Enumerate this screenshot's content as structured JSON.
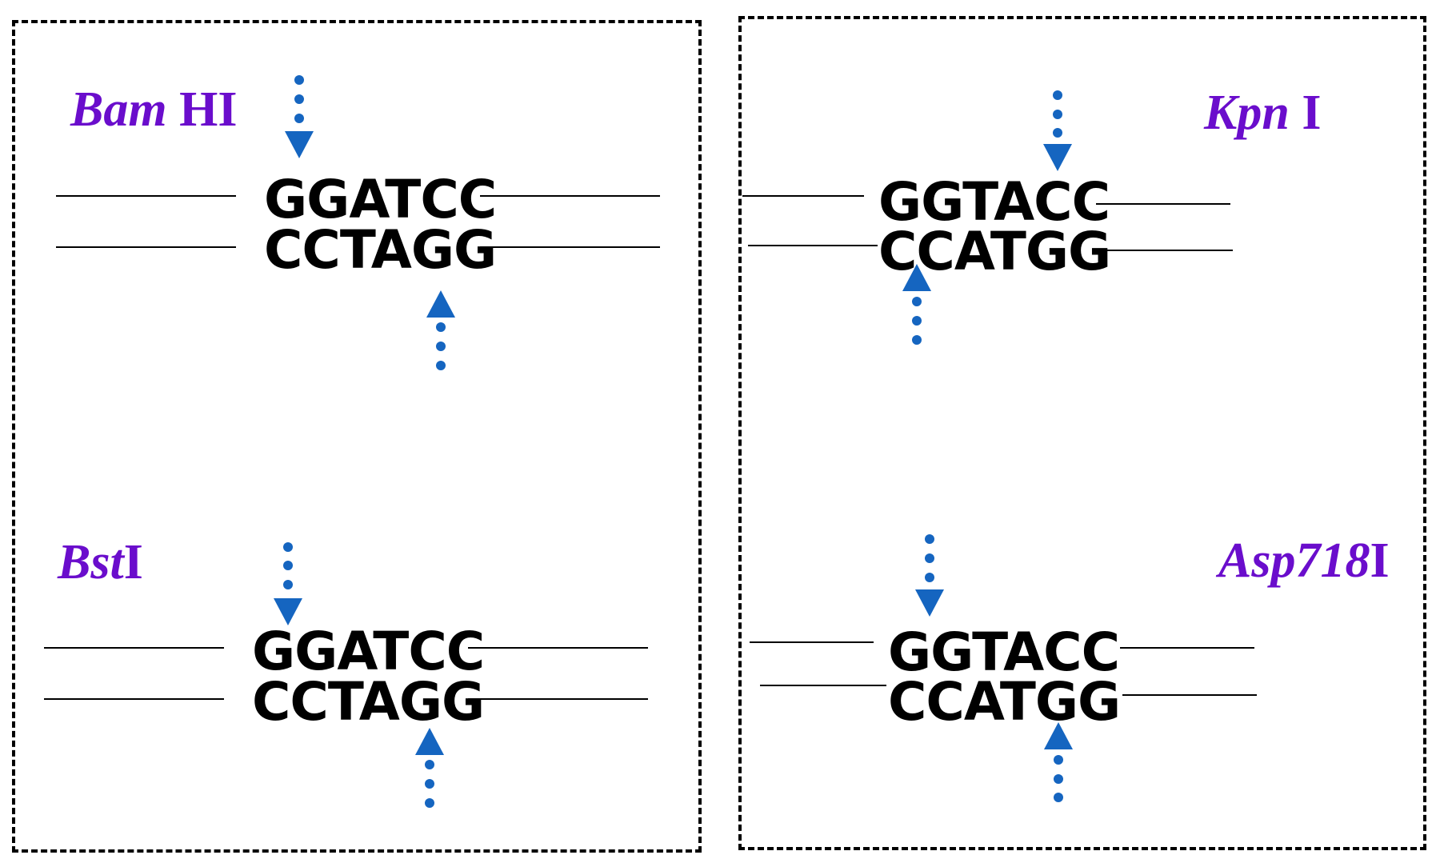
{
  "colors": {
    "enzyme_label": "#6a0dcc",
    "cut_arrow": "#1565c0",
    "sequence": "#000000",
    "border": "#000000"
  },
  "panels": [
    {
      "enzymes": [
        {
          "italic": "Bam",
          "roman": " HI",
          "top": "GGATCC",
          "bottom": "CCTAGG"
        },
        {
          "italic": "Bst",
          "roman": "I",
          "top": "GGATCC",
          "bottom": "CCTAGG"
        }
      ]
    },
    {
      "enzymes": [
        {
          "italic": "Kpn",
          "roman": " I",
          "top": "GGTACC",
          "bottom": "CCATGG"
        },
        {
          "italic": "Asp718",
          "roman": "I",
          "top": "GGTACC",
          "bottom": "CCATGG"
        }
      ]
    }
  ],
  "icons": {
    "down_arrow": "dotted-down-arrow-icon",
    "up_arrow": "dotted-up-arrow-icon"
  }
}
